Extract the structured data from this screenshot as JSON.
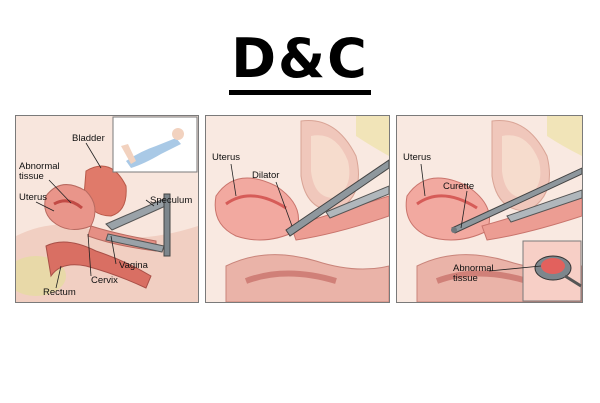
{
  "title": "D&C",
  "panels": [
    {
      "labels": {
        "bladder": "Bladder",
        "abnormal_tissue": "Abnormal tissue",
        "uterus": "Uterus",
        "speculum": "Speculum",
        "vagina": "Vagina",
        "cervix": "Cervix",
        "rectum": "Rectum"
      }
    },
    {
      "labels": {
        "uterus": "Uterus",
        "dilator": "Dilator"
      }
    },
    {
      "labels": {
        "uterus": "Uterus",
        "curette": "Curette",
        "abnormal_tissue": "Abnormal tissue"
      }
    }
  ]
}
